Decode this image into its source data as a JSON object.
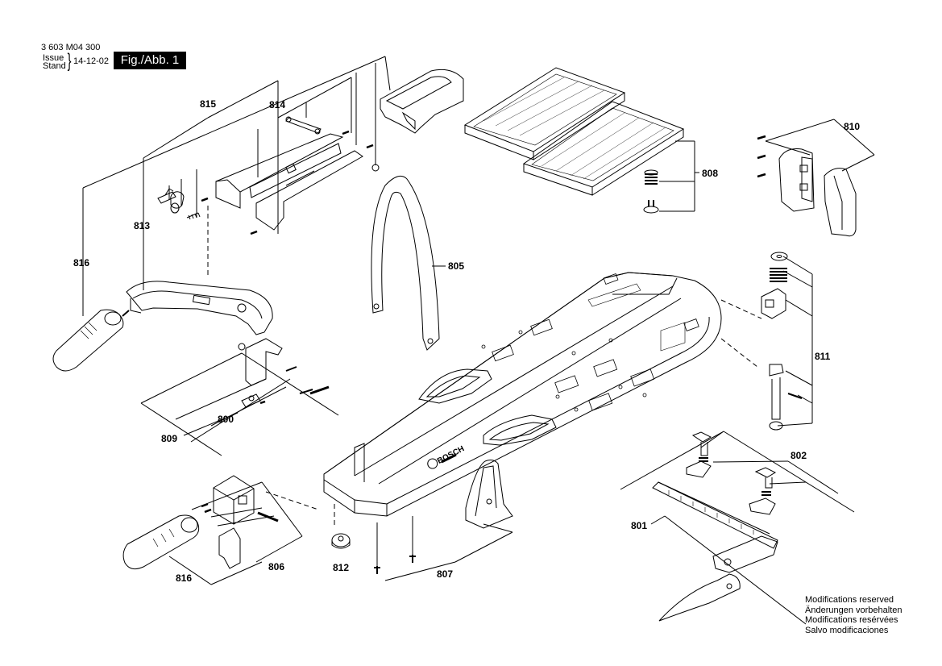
{
  "header": {
    "doc_number": "3 603 M04 300",
    "issue_label": "Issue",
    "stand_label": "Stand",
    "issue_date": "14-12-02",
    "figure_label": "Fig./Abb. 1"
  },
  "callouts": {
    "p800": "800",
    "p801": "801",
    "p802": "802",
    "p805": "805",
    "p806": "806",
    "p807": "807",
    "p808": "808",
    "p809": "809",
    "p810": "810",
    "p811": "811",
    "p812": "812",
    "p813": "813",
    "p814": "814",
    "p815": "815",
    "p816_top": "816",
    "p816_bottom": "816"
  },
  "notice": {
    "line_en": "Modifications reserved",
    "line_de": "Änderungen vorbehalten",
    "line_fr": "Modifications resérvées",
    "line_es": "Salvo modificaciones"
  },
  "brand_mark": "BOSCH"
}
